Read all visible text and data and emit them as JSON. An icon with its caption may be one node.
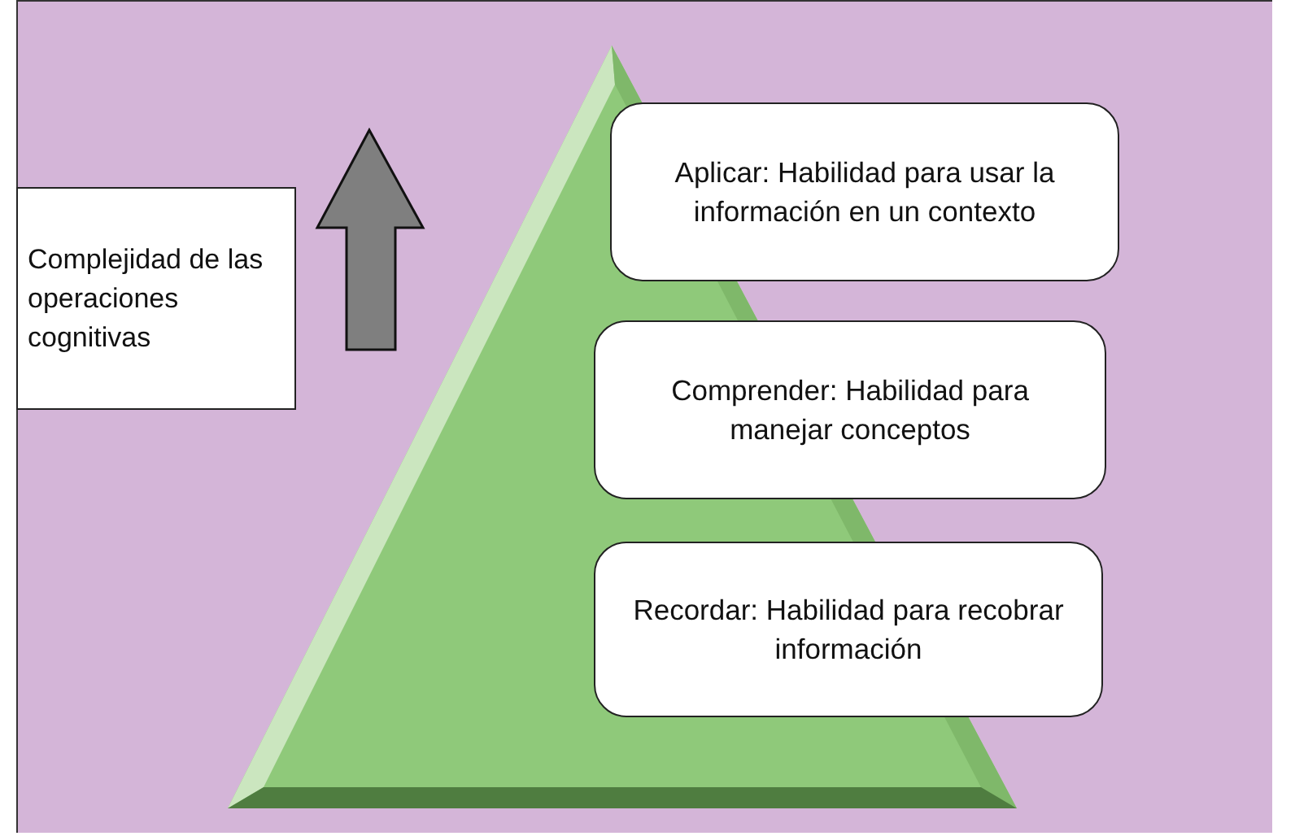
{
  "diagram": {
    "nodes": [
      {
        "text": [
          "Complejidad de las operaciones cognitivas"
        ]
      },
      {
        "text": [
          "Aplicar: Habilidad para usar la información en un contexto"
        ]
      },
      {
        "text": [
          "Comprender: Habilidad para manejar conceptos"
        ]
      },
      {
        "text": [
          "Recordar: Habilidad para recobrar información"
        ]
      }
    ]
  }
}
